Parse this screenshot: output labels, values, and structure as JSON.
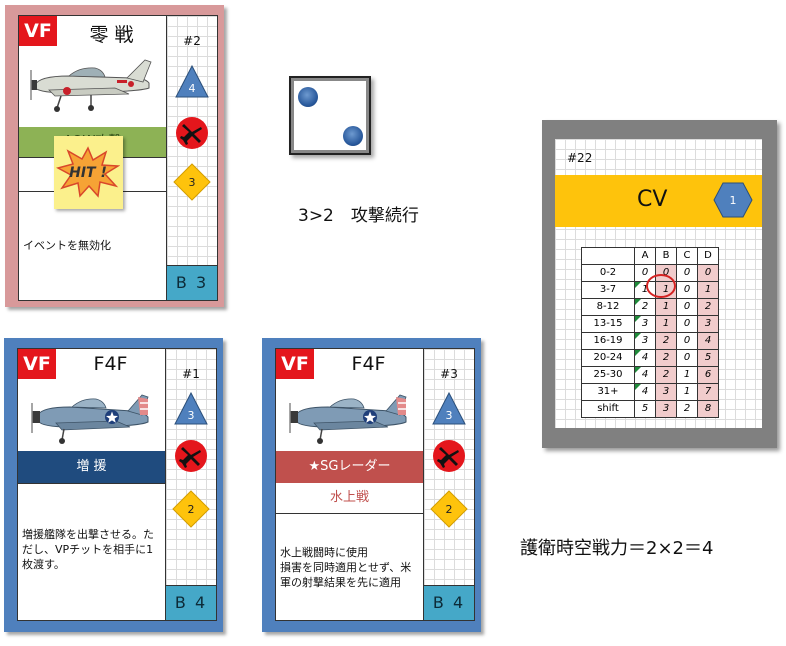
{
  "zero_card": {
    "badge": "VF",
    "name": "零 戦",
    "number": "#2",
    "mission_band": "AOW攻撃",
    "hit_text": "HIT !",
    "effect_text": "イベントを無効化",
    "attack_value": "4",
    "dogfight_value": "3",
    "rank": "B 3",
    "colors": {
      "frame": "#d8999a",
      "band": "#8db255"
    }
  },
  "f4f_card_1": {
    "badge": "VF",
    "name": "F4F",
    "number": "#1",
    "mission_band": "増 援",
    "effect_text": "増援艦隊を出撃させる。ただし、VPチットを相手に1枚渡す。",
    "attack_value": "3",
    "dogfight_value": "2",
    "rank": "B 4",
    "colors": {
      "frame": "#4f80bd",
      "band": "#1f4b7e"
    }
  },
  "f4f_card_3": {
    "badge": "VF",
    "name": "F4F",
    "number": "#3",
    "mission_band": "★SGレーダー",
    "sub_label": "水上戦",
    "effect_text": "水上戦闘時に使用\n損害を同時適用とせず、米軍の射撃結果を先に適用",
    "attack_value": "3",
    "dogfight_value": "2",
    "rank": "B 4",
    "colors": {
      "frame": "#4f80bd",
      "band": "#c0504d"
    }
  },
  "die": {
    "face_value": 2
  },
  "attack_result_label": "3>2　攻撃続行",
  "escort_label": "護衛時空戦力＝2×2＝4",
  "cv_card": {
    "number": "#22",
    "name": "CV",
    "hex_value": "1",
    "table": {
      "headers": [
        "",
        "A",
        "B",
        "C",
        "D"
      ],
      "rows": [
        {
          "range": "0-2",
          "values": [
            "0",
            "0",
            "0",
            "0"
          ]
        },
        {
          "range": "3-7",
          "values": [
            "1",
            "1",
            "0",
            "1"
          ]
        },
        {
          "range": "8-12",
          "values": [
            "2",
            "1",
            "0",
            "2"
          ]
        },
        {
          "range": "13-15",
          "values": [
            "3",
            "1",
            "0",
            "3"
          ]
        },
        {
          "range": "16-19",
          "values": [
            "3",
            "2",
            "0",
            "4"
          ]
        },
        {
          "range": "20-24",
          "values": [
            "4",
            "2",
            "0",
            "5"
          ]
        },
        {
          "range": "25-30",
          "values": [
            "4",
            "2",
            "1",
            "6"
          ]
        },
        {
          "range": "31+",
          "values": [
            "4",
            "3",
            "1",
            "7"
          ]
        },
        {
          "range": "shift",
          "values": [
            "5",
            "3",
            "2",
            "8"
          ]
        }
      ],
      "highlighted": {
        "row": "3-7",
        "column": "B"
      }
    },
    "colors": {
      "band": "#fec30c",
      "hex": "#4f80bd",
      "frame": "#808080"
    }
  }
}
